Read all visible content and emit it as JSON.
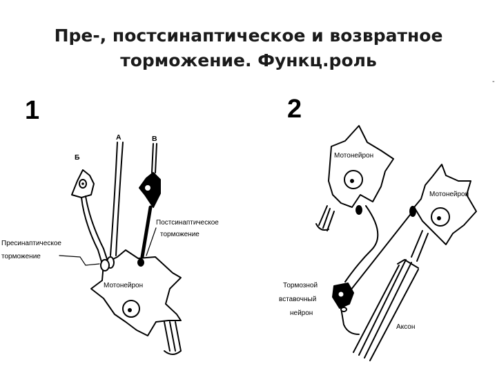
{
  "title": {
    "line1": "Пре-, постсинаптическое и возвратное",
    "line2": "торможение. Функц.роль"
  },
  "corner_mark": "-",
  "figure1": {
    "number": "1",
    "fiber_a": "А",
    "fiber_b": "Б",
    "fiber_v": "В",
    "postsynaptic_line1": "Постсинаптическое",
    "postsynaptic_line2": "торможение",
    "presynaptic_line1": "Пресинаптическое",
    "presynaptic_line2": "торможение",
    "motoneuron": "Мотонейрон"
  },
  "figure2": {
    "number": "2",
    "motoneuron_top": "Мотонейрон",
    "motoneuron_right": "Мотонейрон",
    "interneuron_line1": "Тормозной",
    "interneuron_line2": "вставочный",
    "interneuron_line3": "нейрон",
    "axon": "Аксон"
  }
}
